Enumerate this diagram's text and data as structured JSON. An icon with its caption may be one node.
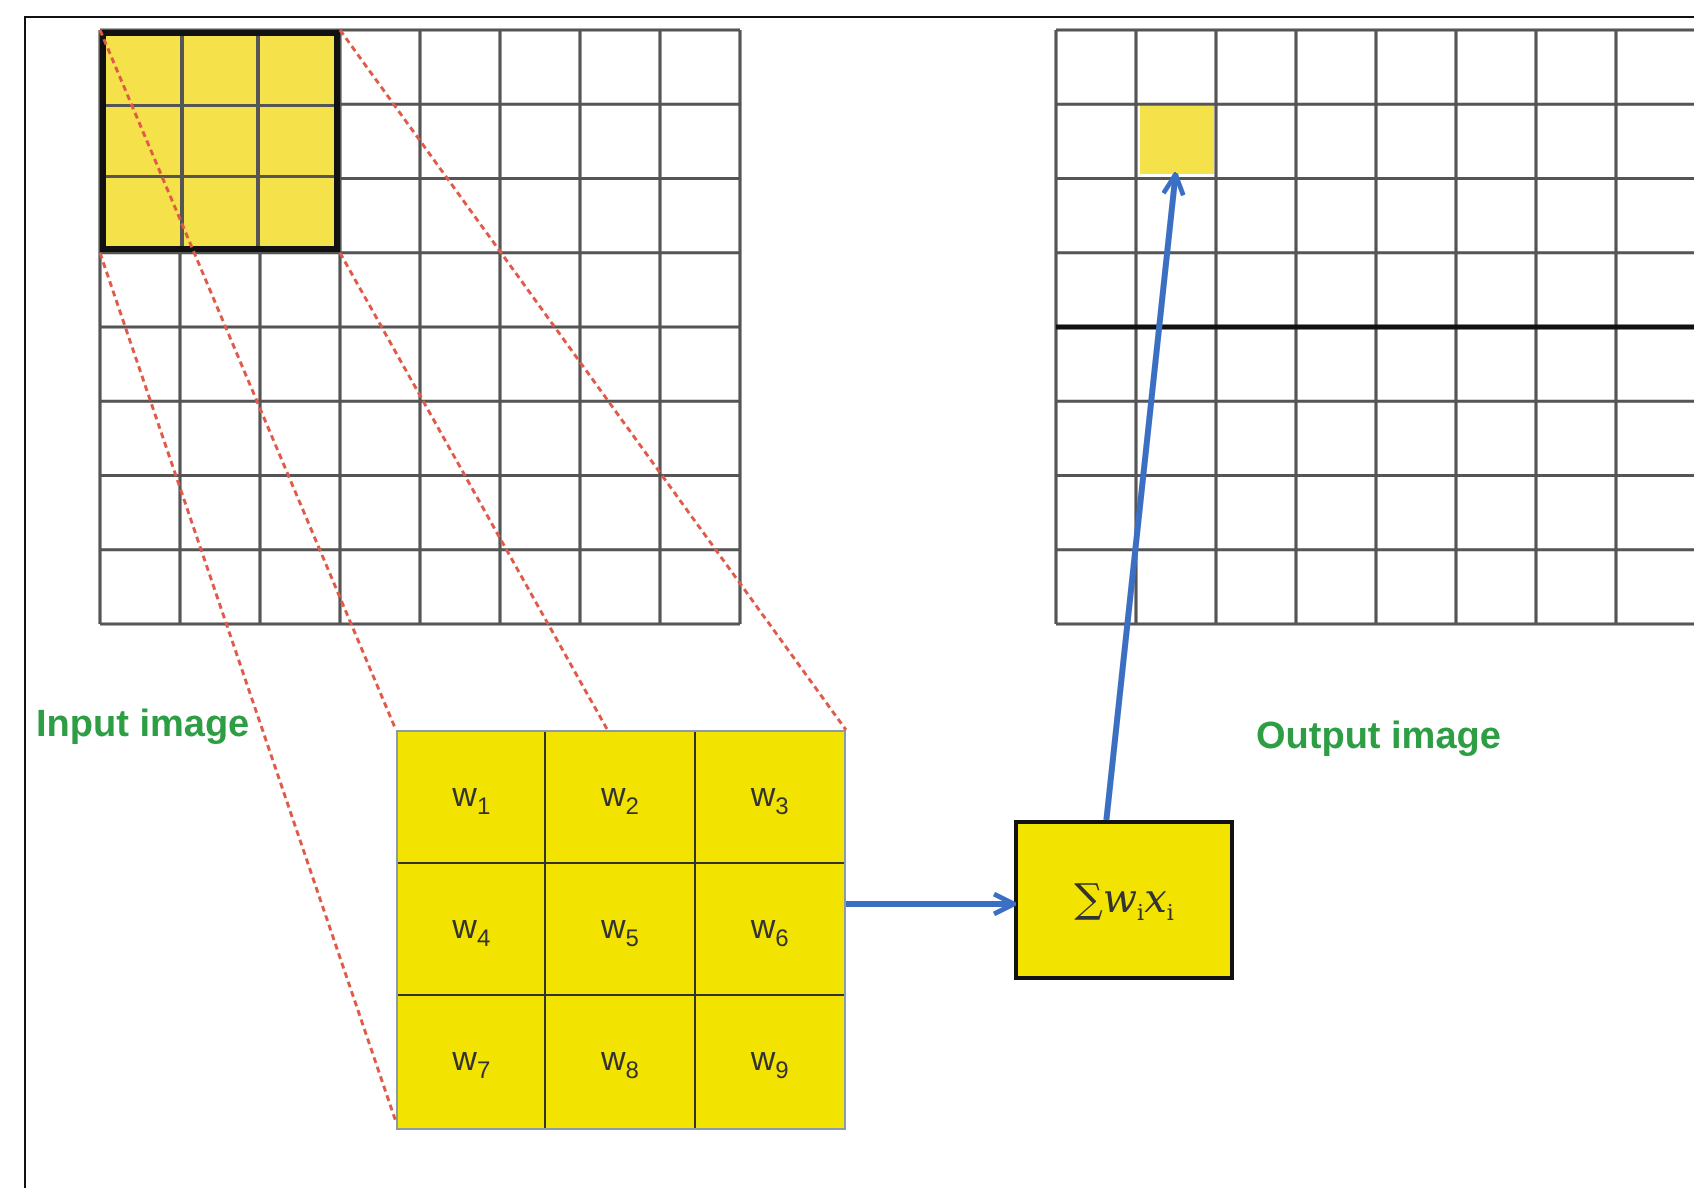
{
  "diagram": {
    "nodes": [
      {
        "text": [],
        "shape": "box",
        "beside": [
          "Input image"
        ]
      },
      {
        "text": [],
        "shape": "box",
        "in": 0
      },
      {
        "text": [
          "w$_{1}$",
          "w$_{2}$",
          "w$_{3}$",
          "w$_{4}$",
          "w$_{5}$",
          "w$_{6}$",
          "w$_{7}$",
          "w$_{8}$",
          "w$_{9}$"
        ]
      },
      {
        "text": [
          "∑*w*$_{i}$*x*$_{i}$"
        ]
      },
      {
        "text": [],
        "shape": "box",
        "beside": [
          "Output image"
        ]
      },
      {
        "text": [],
        "shape": "box",
        "in": 4
      }
    ],
    "edges": [
      {
        "from": 1,
        "to": 2,
        "arrow": "none",
        "style": "dashed"
      },
      {
        "from": 1,
        "to": 2,
        "arrow": "none",
        "style": "dashed"
      },
      {
        "from": 1,
        "to": 2,
        "arrow": "none",
        "style": "dashed"
      },
      {
        "from": 1,
        "to": 2,
        "arrow": "none",
        "style": "dashed"
      },
      {
        "from": 2,
        "to": 3,
        "arrow": "to",
        "style": "thick",
        "color": "#3a6fc4"
      },
      {
        "from": 3,
        "to": 5,
        "arrow": "to",
        "style": "thick",
        "color": "#3a6fc4"
      }
    ]
  }
}
